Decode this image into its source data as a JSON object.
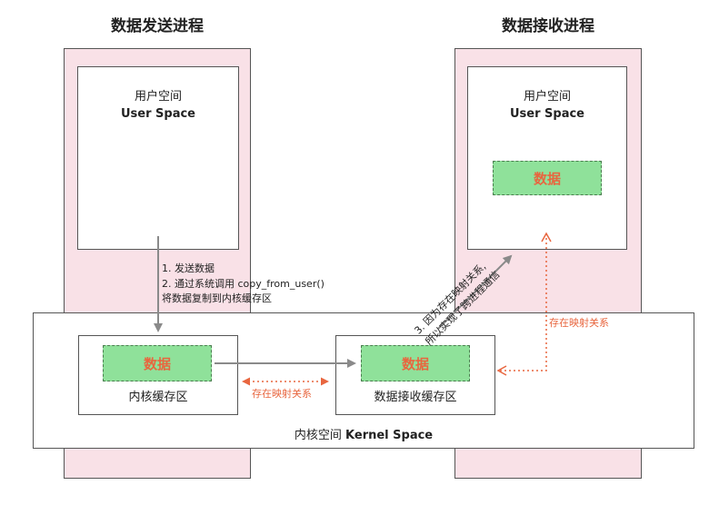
{
  "send_process": {
    "title": "数据发送进程",
    "user_space_cn": "用户空间",
    "user_space_en": "User Space"
  },
  "recv_process": {
    "title": "数据接收进程",
    "user_space_cn": "用户空间",
    "user_space_en": "User Space",
    "data_label": "数据"
  },
  "kernel": {
    "label_cn": "内核空间",
    "label_en": "Kernel Space",
    "kernel_buffer": {
      "data_label": "数据",
      "caption": "内核缓存区"
    },
    "recv_buffer": {
      "data_label": "数据",
      "caption": "数据接收缓存区"
    }
  },
  "steps": {
    "step1": "1.  发送数据",
    "step2": "2.  通过系统调用 copy_from_user()",
    "step2_cont": "将数据复制到内核缓存区",
    "step3_line1": "3. 因为存在映射关系,",
    "step3_line2": "所以实现了跨进程通信"
  },
  "mapping": {
    "bottom_label": "存在映射关系",
    "right_label": "存在映射关系"
  },
  "colors": {
    "process_bg": "#f9e1e7",
    "data_fill": "#8fe19a",
    "data_text": "#e8663f",
    "mapping_line": "#e8663f",
    "arrow": "#8a8a8a"
  }
}
